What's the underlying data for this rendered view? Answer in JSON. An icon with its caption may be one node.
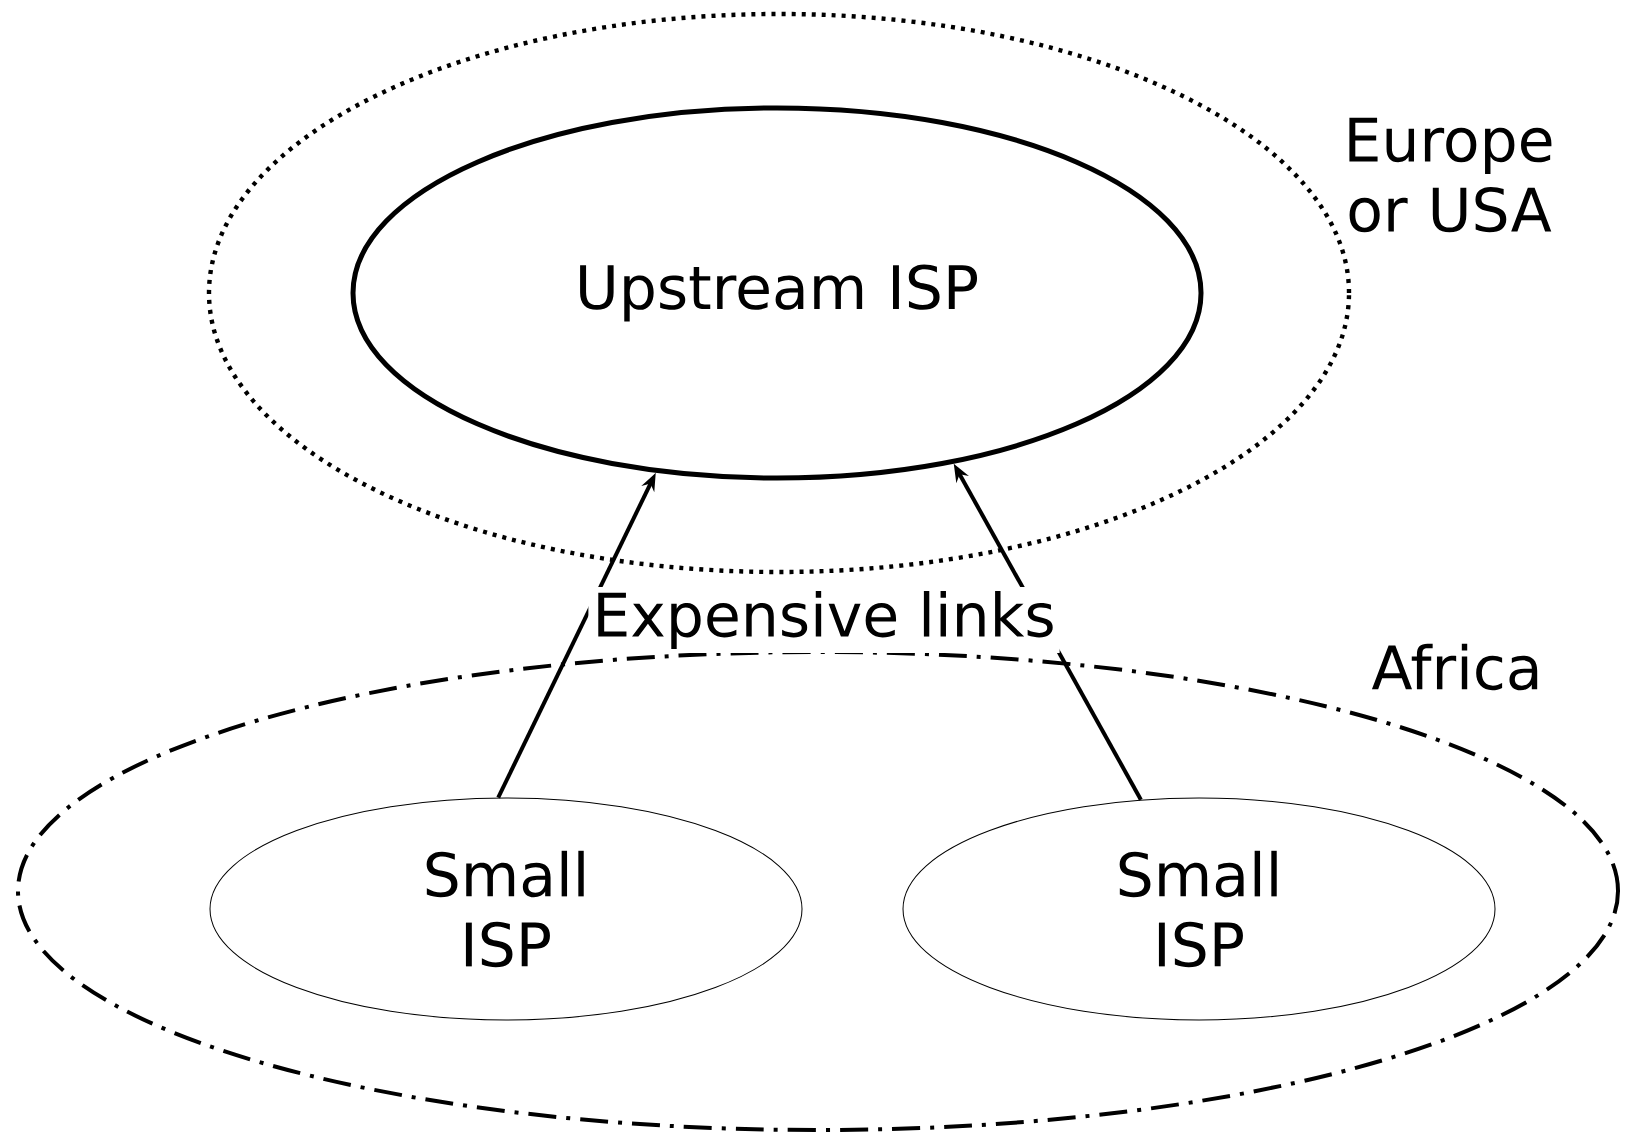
{
  "diagram": {
    "nodes": [
      {
        "text": [
          "Europe or USA"
        ]
      },
      {
        "text": [
          "Upstream ISP"
        ],
        "in": 0
      },
      {
        "text": [
          "Africa"
        ]
      },
      {
        "text": [
          "Small ISP"
        ],
        "in": 2
      },
      {
        "text": [
          "Small ISP"
        ],
        "in": 2
      }
    ],
    "edges": [
      {
        "from": 3,
        "to": 1,
        "arrow": "to"
      },
      {
        "from": 4,
        "to": 1,
        "arrow": "to"
      }
    ],
    "labels": [
      "Expensive links"
    ]
  }
}
